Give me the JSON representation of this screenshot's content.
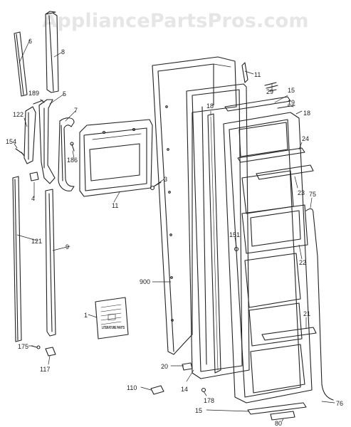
{
  "watermark": "AppliancePartsPros.com",
  "colors": {
    "line": "#222222",
    "watermark": "#e6e6e6",
    "background": "#ffffff"
  },
  "booklet_text": "LITERATURE PARTS",
  "callouts": [
    {
      "id": "c6",
      "text": "6"
    },
    {
      "id": "c8",
      "text": "8"
    },
    {
      "id": "c5",
      "text": "5"
    },
    {
      "id": "c189",
      "text": "189"
    },
    {
      "id": "c7",
      "text": "7"
    },
    {
      "id": "c122",
      "text": "122"
    },
    {
      "id": "c154",
      "text": "154"
    },
    {
      "id": "c186",
      "text": "186"
    },
    {
      "id": "c4",
      "text": "4"
    },
    {
      "id": "c3",
      "text": "3"
    },
    {
      "id": "c11a",
      "text": "11"
    },
    {
      "id": "c121",
      "text": "121"
    },
    {
      "id": "c9",
      "text": "9"
    },
    {
      "id": "c900",
      "text": "900"
    },
    {
      "id": "c1",
      "text": "1"
    },
    {
      "id": "c175",
      "text": "175"
    },
    {
      "id": "c117",
      "text": "117"
    },
    {
      "id": "c20",
      "text": "20"
    },
    {
      "id": "c110",
      "text": "110"
    },
    {
      "id": "c14",
      "text": "14"
    },
    {
      "id": "c178",
      "text": "178"
    },
    {
      "id": "c11b",
      "text": "11"
    },
    {
      "id": "c29",
      "text": "29"
    },
    {
      "id": "c15a",
      "text": "15"
    },
    {
      "id": "c19",
      "text": "19"
    },
    {
      "id": "c18a",
      "text": "18"
    },
    {
      "id": "c18b",
      "text": "18"
    },
    {
      "id": "c24",
      "text": "24"
    },
    {
      "id": "c23",
      "text": "23"
    },
    {
      "id": "c75",
      "text": "75"
    },
    {
      "id": "c151",
      "text": "151"
    },
    {
      "id": "c22",
      "text": "22"
    },
    {
      "id": "c21",
      "text": "21"
    },
    {
      "id": "c15b",
      "text": "15"
    },
    {
      "id": "c80",
      "text": "80"
    },
    {
      "id": "c76",
      "text": "76"
    }
  ]
}
